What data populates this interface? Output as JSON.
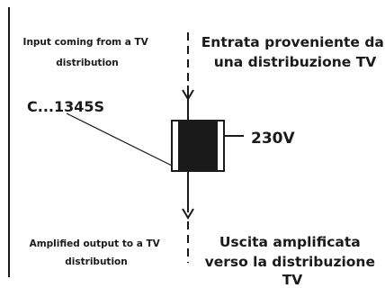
{
  "input_en": [
    "Input coming from a TV",
    "distribution"
  ],
  "input_it": [
    "Entrata proveniente da",
    "una distribuzione TV"
  ],
  "device_code": "C...1345S",
  "voltage": "230V",
  "output_en": [
    "Amplified output to a TV",
    "distribution"
  ],
  "output_it": [
    "Uscita amplificata",
    "verso la distribuzione",
    "TV"
  ]
}
